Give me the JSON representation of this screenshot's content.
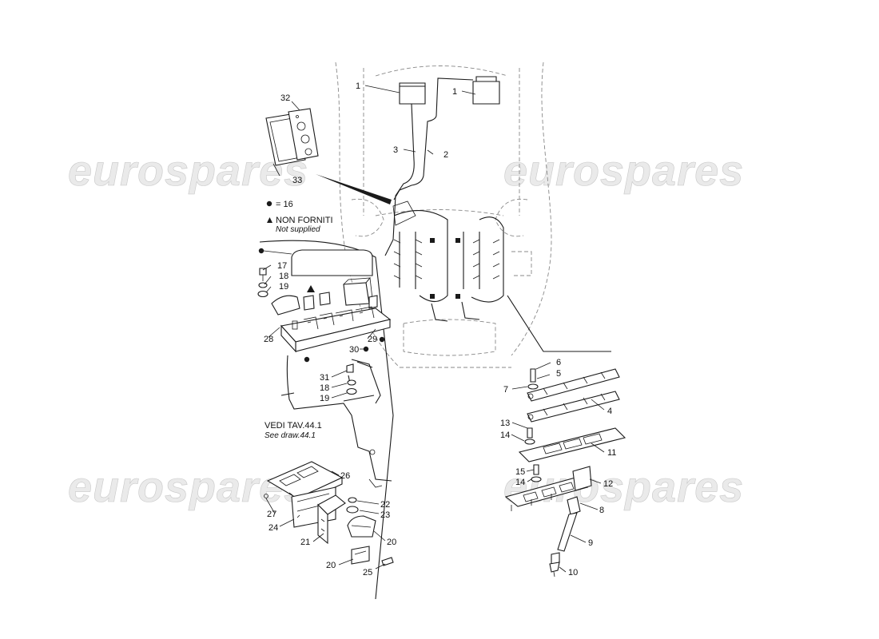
{
  "watermark": "eurospares",
  "legend": {
    "dot_text": "= 16",
    "triangle_text": "NON FORNITI",
    "triangle_subtext": "Not supplied"
  },
  "reference": {
    "text": "VEDI TAV.44.1",
    "subtext": "See draw.44.1"
  },
  "callouts": {
    "c1a": "1",
    "c1b": "1",
    "c2": "2",
    "c3": "3",
    "c4": "4",
    "c5": "5",
    "c6": "6",
    "c7": "7",
    "c8": "8",
    "c9": "9",
    "c10": "10",
    "c11": "11",
    "c12": "12",
    "c13": "13",
    "c14a": "14",
    "c14b": "14",
    "c15": "15",
    "c17": "17",
    "c18a": "18",
    "c18b": "18",
    "c19a": "19",
    "c19b": "19",
    "c20a": "20",
    "c20b": "20",
    "c21": "21",
    "c22": "22",
    "c23": "23",
    "c24": "24",
    "c25": "25",
    "c26": "26",
    "c27": "27",
    "c28": "28",
    "c29": "29",
    "c30": "30",
    "c31": "31",
    "c32": "32",
    "c33": "33"
  }
}
